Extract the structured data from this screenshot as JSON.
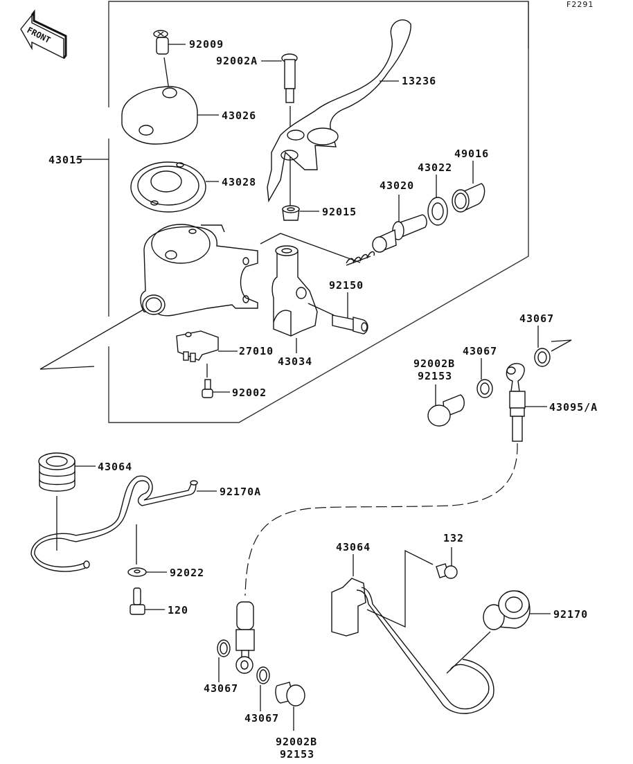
{
  "diagram": {
    "figure_code": "F2291",
    "orientation": "FRONT",
    "labels": [
      {
        "id": "92009",
        "text": "92009"
      },
      {
        "id": "92002A",
        "text": "92002A"
      },
      {
        "id": "13236",
        "text": "13236"
      },
      {
        "id": "43026",
        "text": "43026"
      },
      {
        "id": "43015",
        "text": "43015"
      },
      {
        "id": "43028",
        "text": "43028"
      },
      {
        "id": "49016",
        "text": "49016"
      },
      {
        "id": "43022",
        "text": "43022"
      },
      {
        "id": "43020",
        "text": "43020"
      },
      {
        "id": "92015",
        "text": "92015"
      },
      {
        "id": "92150",
        "text": "92150"
      },
      {
        "id": "27010",
        "text": "27010"
      },
      {
        "id": "43034",
        "text": "43034"
      },
      {
        "id": "92002",
        "text": "92002"
      },
      {
        "id": "43067_a",
        "text": "43067"
      },
      {
        "id": "43067_b",
        "text": "43067"
      },
      {
        "id": "92002B_top",
        "text": "92002B"
      },
      {
        "id": "92153_top",
        "text": "92153"
      },
      {
        "id": "43095A",
        "text": "43095/A"
      },
      {
        "id": "43064_a",
        "text": "43064"
      },
      {
        "id": "92170A",
        "text": "92170A"
      },
      {
        "id": "92022",
        "text": "92022"
      },
      {
        "id": "120",
        "text": "120"
      },
      {
        "id": "132",
        "text": "132"
      },
      {
        "id": "92170",
        "text": "92170"
      },
      {
        "id": "43064_b",
        "text": "43064"
      },
      {
        "id": "43067_c",
        "text": "43067"
      },
      {
        "id": "43067_d",
        "text": "43067"
      },
      {
        "id": "92002B_bot",
        "text": "92002B"
      },
      {
        "id": "92153_bot",
        "text": "92153"
      }
    ]
  }
}
